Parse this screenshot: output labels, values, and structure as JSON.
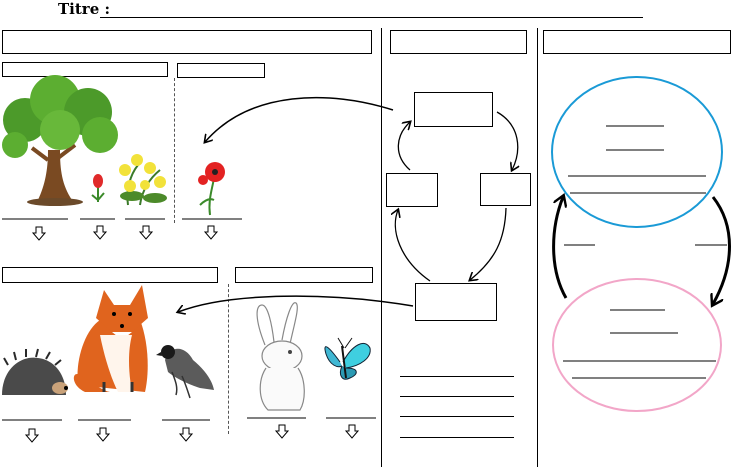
{
  "header": {
    "title_label": "Titre :"
  },
  "sections": {
    "plants": [
      "tree",
      "tulip",
      "yellow-flowers",
      "red-poppy"
    ],
    "animals": [
      "hedgehog",
      "fox",
      "bird",
      "rabbit",
      "butterfly"
    ]
  },
  "colors": {
    "cycle_top_circle": "#1a9ad6",
    "cycle_bottom_circle": "#f2a6c8"
  }
}
